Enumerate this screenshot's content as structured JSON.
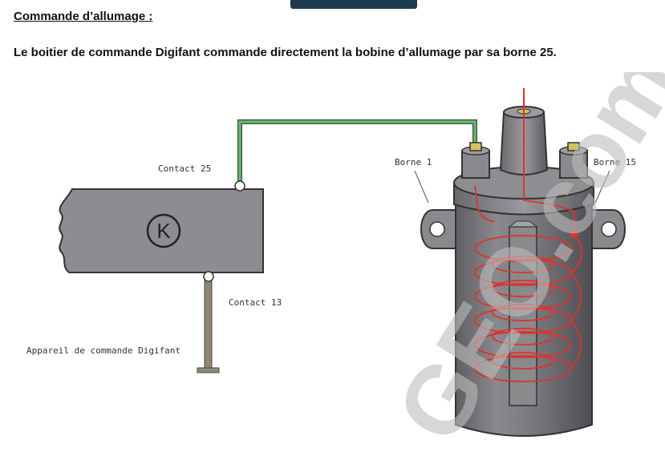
{
  "header": {
    "heading": "Commande d’allumage :",
    "description": "Le boitier de commande Digifant commande directement la bobine d’allumage par sa borne 25."
  },
  "diagram": {
    "labels": {
      "contact_25": "Contact 25",
      "contact_13": "Contact 13",
      "control_unit": "Appareil de commande Digifant",
      "borne_1": "Borne 1",
      "borne_15": "Borne 15",
      "k_symbol": "K"
    },
    "watermark": "GEO.com",
    "colors": {
      "wire_green": "#5a9a5e",
      "module_gray": "#8d8c90",
      "coil_body": "#7a7a7e",
      "winding_red": "#e0312b",
      "stem_tan": "#8e8874",
      "top_bar": "#1d3a4e"
    }
  }
}
